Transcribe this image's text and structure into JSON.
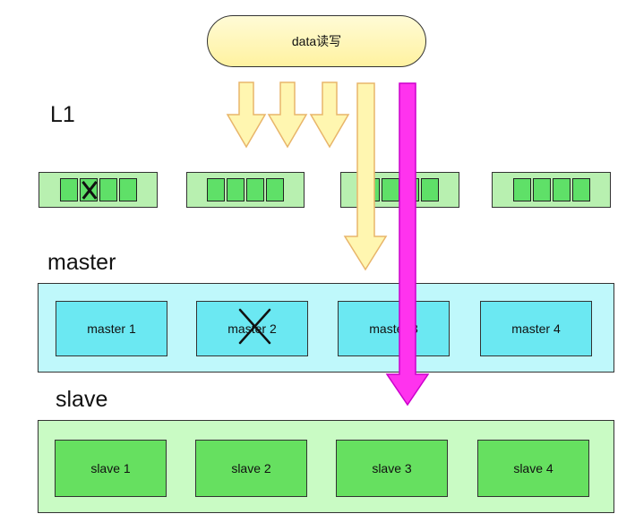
{
  "top": {
    "label": "data读写"
  },
  "labels": {
    "l1": "L1",
    "master": "master",
    "slave": "slave"
  },
  "l1_groups": [
    {
      "slots": [
        false,
        true,
        false,
        false
      ]
    },
    {
      "slots": [
        false,
        false,
        false,
        false
      ]
    },
    {
      "slots": [
        false,
        false,
        false,
        false
      ]
    },
    {
      "slots": [
        false,
        false,
        false,
        false
      ]
    }
  ],
  "masters": [
    {
      "label": "master 1",
      "failed": false
    },
    {
      "label": "master 2",
      "failed": true
    },
    {
      "label": "master 3",
      "failed": false
    },
    {
      "label": "master 4",
      "failed": false
    }
  ],
  "slaves": [
    {
      "label": "slave 1"
    },
    {
      "label": "slave 2"
    },
    {
      "label": "slave 3"
    },
    {
      "label": "slave 4"
    }
  ],
  "colors": {
    "arrow_fill": "#fff6b0",
    "arrow_stroke": "#e8b56a",
    "magenta": "#ff33ee",
    "magenta_stroke": "#cc00cc"
  }
}
